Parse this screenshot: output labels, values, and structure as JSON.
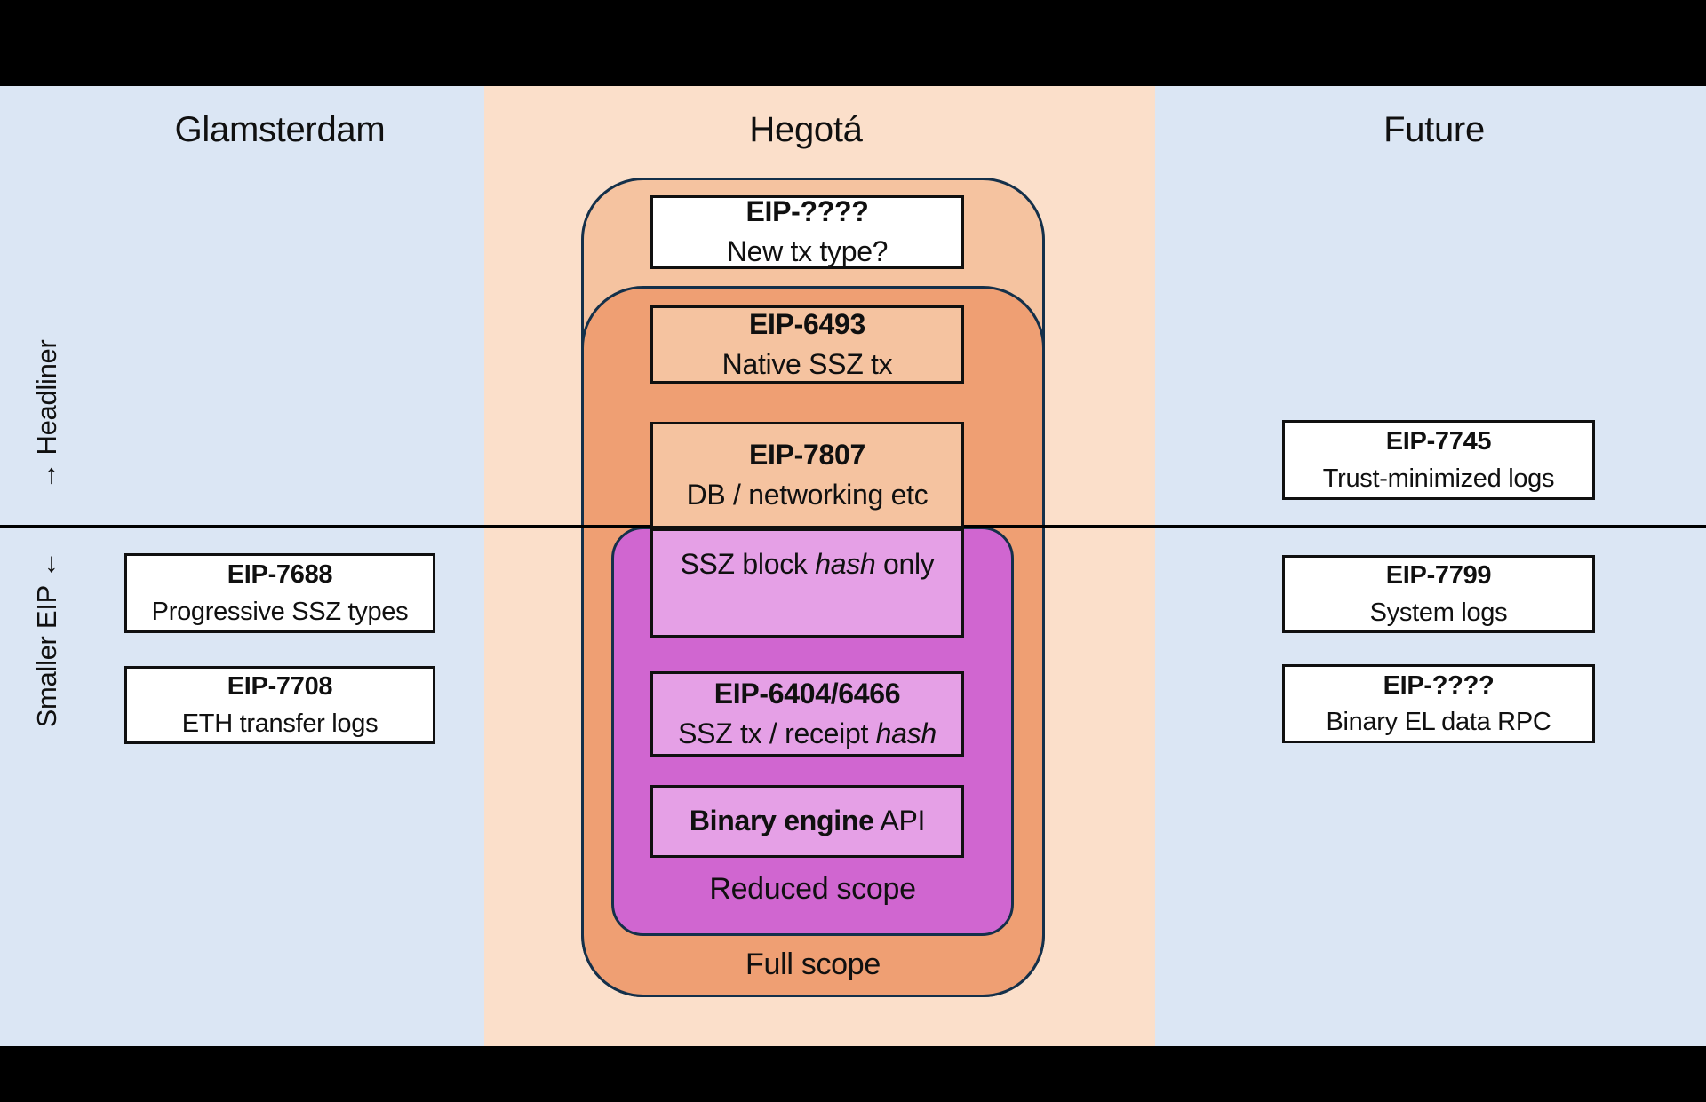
{
  "colors": {
    "letterbox": "#000000",
    "left_right_background": "#dbe6f4",
    "hegota_column_background": "#fbdfca",
    "outer_container": "#f5c3a0",
    "full_scope_container": "#ef9f73",
    "reduced_scope_container": "#d066d0",
    "pink_box_fill": "#e5a0e6",
    "orange_box_fill": "#f5c3a0",
    "white_box_fill": "#ffffff",
    "container_border": "#14304a",
    "box_border": "#101010",
    "divider": "#000000",
    "text": "#101010"
  },
  "columns": [
    {
      "header": "Glamsterdam"
    },
    {
      "header": "Hegotá"
    },
    {
      "header": "Future"
    }
  ],
  "row_labels": {
    "headliner": "→ Headliner",
    "smaller_eip": "Smaller EIP ←"
  },
  "glamsterdam_boxes": [
    {
      "title": "EIP-7688",
      "subtitle": "Progressive SSZ types"
    },
    {
      "title": "EIP-7708",
      "subtitle": "ETH transfer logs"
    }
  ],
  "future_boxes": [
    {
      "title": "EIP-7745",
      "subtitle": "Trust-minimized logs"
    },
    {
      "title": "EIP-7799",
      "subtitle": "System logs"
    },
    {
      "title": "EIP-????",
      "subtitle": "Binary EL data RPC"
    }
  ],
  "hegota": {
    "new_tx_box": {
      "title": "EIP-????",
      "subtitle": "New tx type?"
    },
    "eip6493_box": {
      "title": "EIP-6493",
      "subtitle": "Native SSZ tx"
    },
    "eip7807_box": {
      "title": "EIP-7807",
      "subtitle": "DB / networking etc"
    },
    "ssz_block_box": {
      "prefix": "SSZ block ",
      "italic": "hash",
      "suffix": " only"
    },
    "eip6404_box": {
      "title": "EIP-6404/6466",
      "subtitle_prefix": "SSZ tx / receipt ",
      "subtitle_italic": "hash"
    },
    "binary_engine_box": {
      "bold": "Binary engine",
      "regular": " API"
    },
    "reduced_scope_label": "Reduced scope",
    "full_scope_label": "Full scope"
  }
}
